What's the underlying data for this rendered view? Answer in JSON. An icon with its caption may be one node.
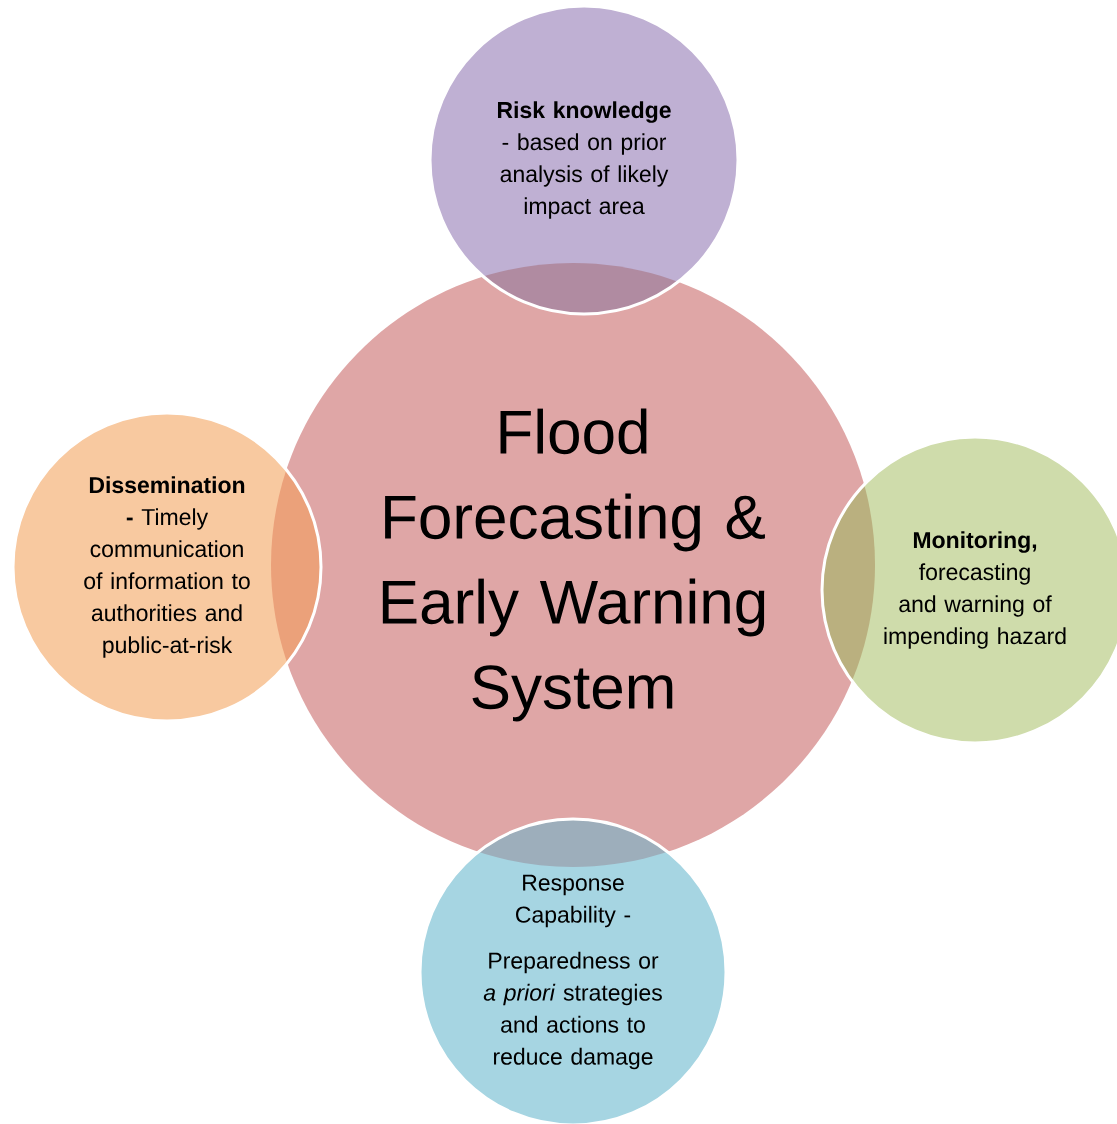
{
  "diagram": {
    "nodes": [
      {
        "text": [
          "Flood Forecasting & Early Warning System"
        ]
      },
      {
        "text": [
          "**Risk knowledge** - based on prior analysis of likely impact area"
        ]
      },
      {
        "text": [
          "**Dissemination -** Timely communication of information to authorities and public-at-risk"
        ]
      },
      {
        "text": [
          "**Monitoring,** forecasting and warning of impending hazard"
        ]
      },
      {
        "text": [
          "Response Capability -",
          "Preparedness or *a priori* strategies and actions to reduce damage"
        ]
      }
    ]
  }
}
